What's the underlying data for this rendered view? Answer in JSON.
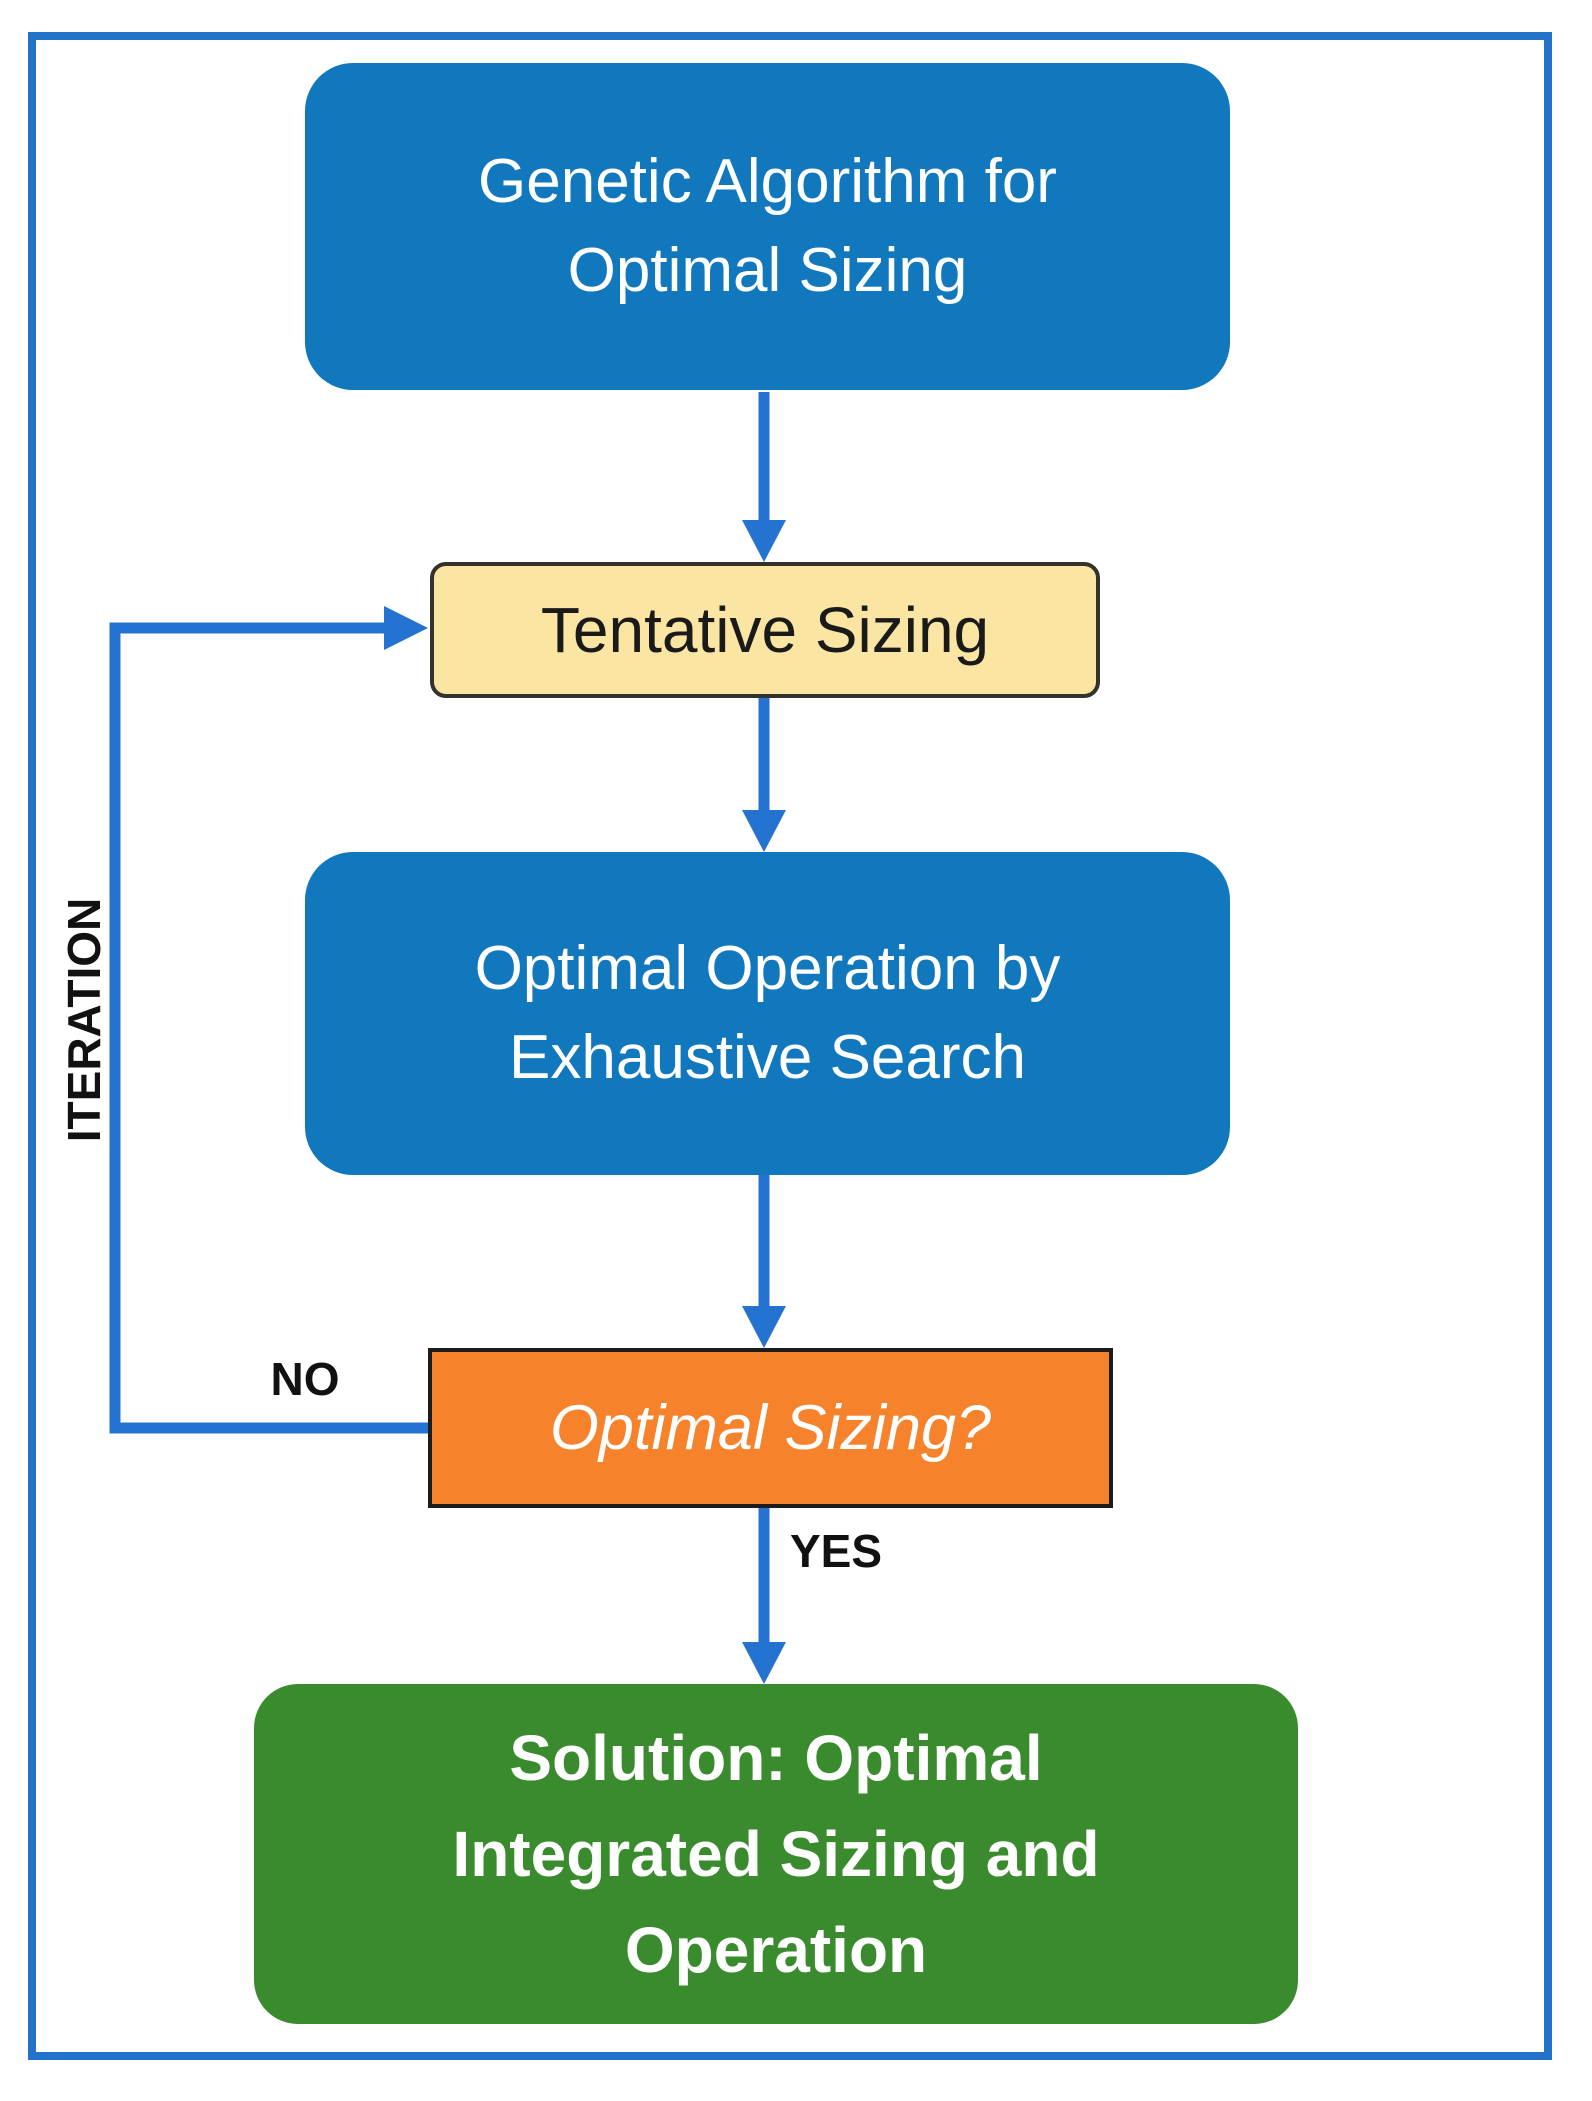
{
  "colors": {
    "frame": "#2273C9",
    "arrow": "#2573D1"
  },
  "diagram": {
    "nodes": [
      {
        "id": "genetic-algorithm",
        "type": "process",
        "label": "Genetic Algorithm for Optimal Sizing",
        "lines": [
          "Genetic Algorithm for",
          "Optimal Sizing"
        ],
        "fill": "#1278BE",
        "text": "#FFFFFF"
      },
      {
        "id": "tentative-sizing",
        "type": "process",
        "label": "Tentative Sizing",
        "lines": [
          "Tentative Sizing"
        ],
        "fill": "#FBE5A3",
        "text": "#1A1A1A",
        "outline": "#33322B"
      },
      {
        "id": "exhaustive-search",
        "type": "process",
        "label": "Optimal Operation by Exhaustive Search",
        "lines": [
          "Optimal Operation by",
          "Exhaustive Search"
        ],
        "fill": "#1278BE",
        "text": "#FFFFFF"
      },
      {
        "id": "optimal-sizing-decision",
        "type": "decision",
        "label": "Optimal Sizing?",
        "lines": [
          "Optimal Sizing?"
        ],
        "fill": "#F6822C",
        "text": "#FFFFFF",
        "outline": "#1C1C1C"
      },
      {
        "id": "solution",
        "type": "terminator",
        "label": "Solution: Optimal Integrated Sizing and Operation",
        "lines": [
          "Solution: Optimal",
          "Integrated Sizing and",
          "Operation"
        ],
        "fill": "#3A8B2D",
        "text": "#FFFFFF"
      }
    ],
    "edge_labels": {
      "no": "NO",
      "yes": "YES",
      "iteration": "ITERATION"
    }
  }
}
